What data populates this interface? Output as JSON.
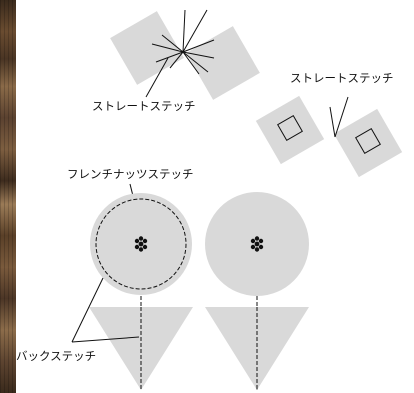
{
  "labels": {
    "straight_stitch_left": "ストレートステッチ",
    "straight_stitch_right": "ストレートステッチ",
    "french_knot_stitch": "フレンチナッツステッチ",
    "back_stitch": "バックステッチ"
  },
  "colors": {
    "shape_fill": "#d9d9d9",
    "stitch_line": "#111111",
    "background": "#ffffff"
  }
}
